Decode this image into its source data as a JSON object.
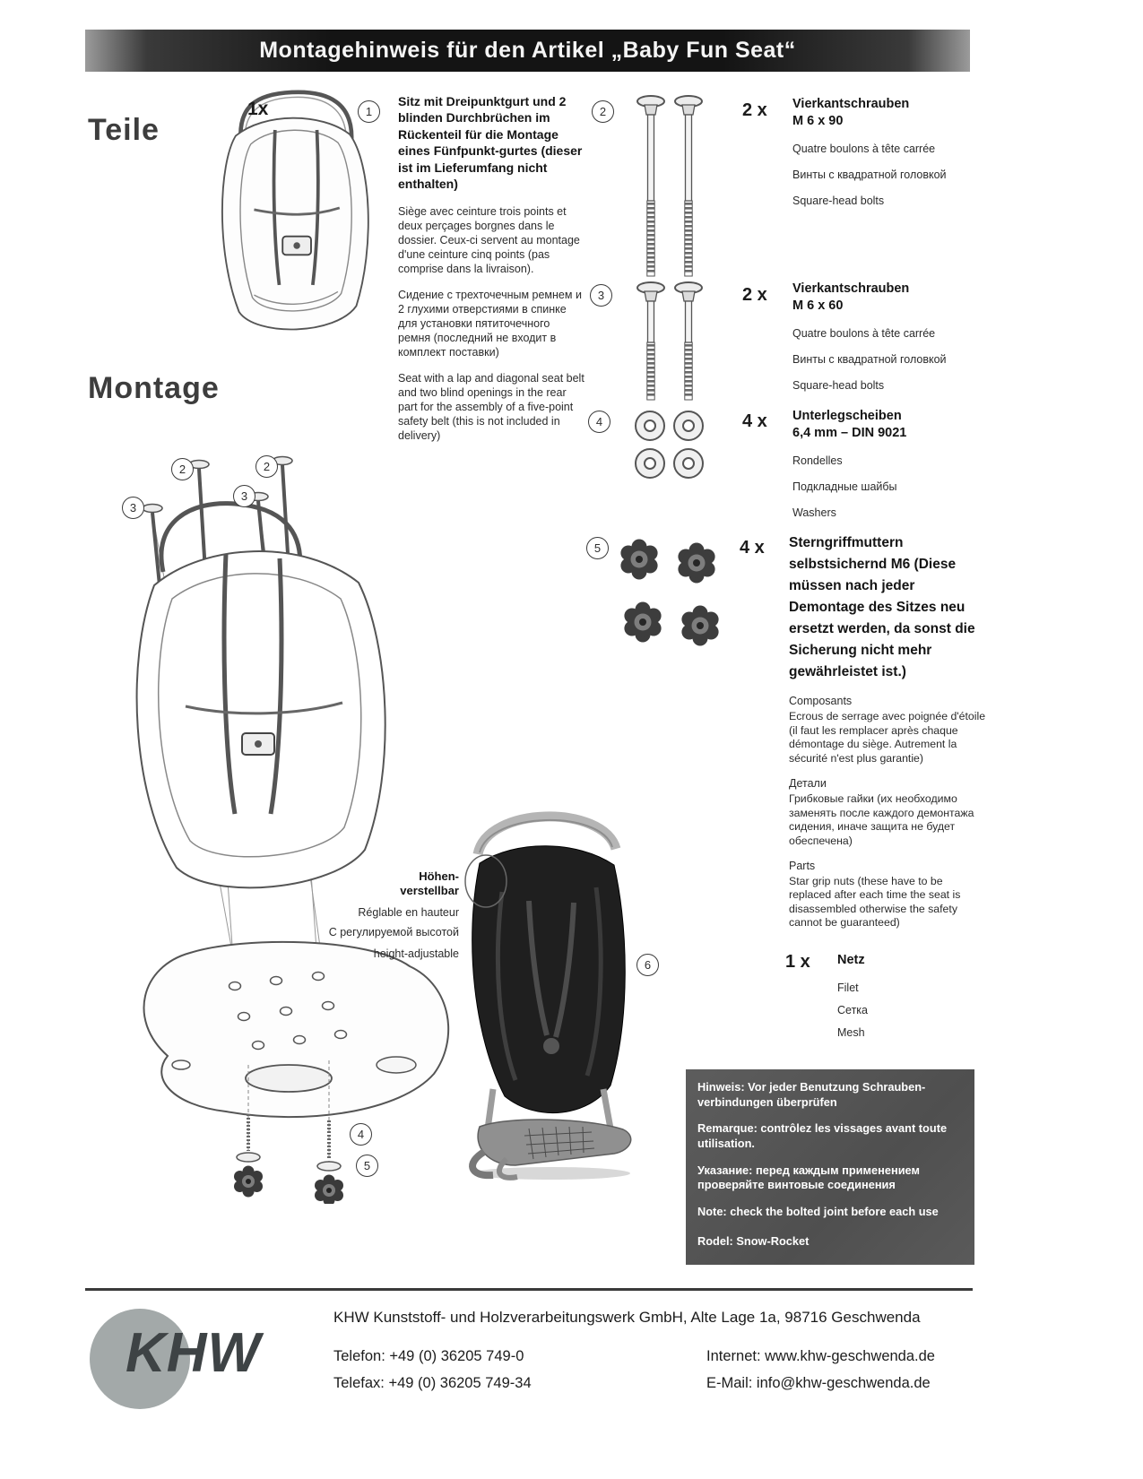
{
  "header": {
    "title": "Montagehinweis für den Artikel „Baby Fun Seat“"
  },
  "headings": {
    "teile": "Teile",
    "montage": "Montage"
  },
  "parts": [
    {
      "num": "1",
      "qty": "1x",
      "title": "Sitz mit Dreipunktgurt und 2 blinden Durchbrüchen im Rückenteil für die Montage eines Fünfpunkt-gurtes (dieser ist im Lieferumfang nicht enthalten)",
      "fr": "Siège avec ceinture trois points et deux perçages borgnes dans le dossier. Ceux-ci servent au montage d'une ceinture cinq points (pas comprise dans la livraison).",
      "ru": "Сидение с трехточечным ремнем и 2 глухими отверстиями в спинке для установки пятиточечного ремня (последний не входит в комплект поставки)",
      "en": "Seat with a lap and diagonal seat belt and two blind openings in the rear part for the assembly of a five-point safety belt (this is not included in delivery)"
    },
    {
      "num": "2",
      "qty": "2 x",
      "title": "Vierkantschrauben\nM 6 x 90",
      "fr": "Quatre boulons à tête carrée",
      "ru": "Винты с квадратной головкой",
      "en": "Square-head bolts"
    },
    {
      "num": "3",
      "qty": "2 x",
      "title": "Vierkantschrauben\nM 6 x 60",
      "fr": "Quatre boulons à tête carrée",
      "ru": "Винты с квадратной головкой",
      "en": "Square-head bolts"
    },
    {
      "num": "4",
      "qty": "4 x",
      "title": "Unterlegscheiben\n6,4 mm – DIN 9021",
      "fr": "Rondelles",
      "ru": "Подкладные шайбы",
      "en": "Washers"
    },
    {
      "num": "5",
      "qty": "4 x",
      "title": "Sterngriffmuttern selbstsichernd M6 (Diese müssen nach jeder Demontage des Sitzes neu ersetzt werden, da sonst die Sicherung nicht mehr gewährleistet ist.)",
      "fr_label": "Composants",
      "fr": "Ecrous de serrage avec poignée d'étoile (il faut les remplacer après chaque démontage du siège. Autrement la sécurité n'est plus garantie)",
      "ru_label": "Детали",
      "ru": "Грибковые гайки (их необходимо заменять после каждого демонтажа сидения, иначе защита не будет обеспечена)",
      "en_label": "Parts",
      "en": "Star grip nuts (these have to be replaced after each time the seat is disassembled otherwise the safety cannot be guaranteed)"
    },
    {
      "num": "6",
      "qty": "1 x",
      "title": "Netz",
      "fr": "Filet",
      "ru": "Сетка",
      "en": "Mesh"
    }
  ],
  "height_adjust": {
    "de": "Höhen-\nverstellbar",
    "fr": "Réglable en hauteur",
    "ru": "С регулируемой высотой",
    "en": "height-adjustable"
  },
  "diagram_callouts": [
    "2",
    "2",
    "3",
    "3",
    "4",
    "5"
  ],
  "notes": {
    "de": "Hinweis: Vor jeder Benutzung Schrauben-verbindungen überprüfen",
    "fr": "Remarque: contrôlez les vissages avant toute utilisation.",
    "ru": "Указание: перед каждым применением проверяйте винтовые соединения",
    "en": "Note: check the bolted joint before each use",
    "model": "Rodel: Snow-Rocket"
  },
  "footer": {
    "logo": "KHW",
    "company": "KHW Kunststoff- und Holzverarbeitungswerk GmbH, Alte Lage 1a, 98716 Geschwenda",
    "phone": "Telefon: +49 (0) 36205 749-0",
    "fax": "Telefax: +49 (0) 36205 749-34",
    "internet": "Internet: www.khw-geschwenda.de",
    "email": "E-Mail: info@khw-geschwenda.de"
  }
}
